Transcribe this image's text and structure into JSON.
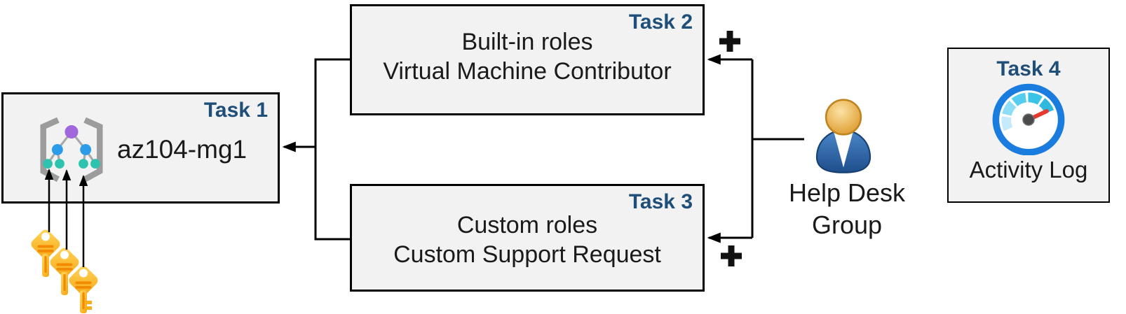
{
  "boxes": {
    "task1": {
      "badge": "Task 1",
      "title": "az104-mg1",
      "icon": "management-group-icon"
    },
    "task2": {
      "badge": "Task 2",
      "line1": "Built-in roles",
      "line2": "Virtual Machine Contributor"
    },
    "task3": {
      "badge": "Task 3",
      "line1": "Custom roles",
      "line2": "Custom Support Request"
    },
    "task4": {
      "badge": "Task 4",
      "caption": "Activity Log",
      "icon": "activity-log-gauge-icon"
    }
  },
  "actors": {
    "help_desk_group": {
      "line1": "Help Desk",
      "line2": "Group",
      "icon": "user-person-icon"
    },
    "access_keys": {
      "icon": "access-keys-icon",
      "count": 3
    }
  },
  "connectors": {
    "plus_top": "+",
    "plus_bottom": "+",
    "arrows": [
      "helpdesk-to-task2",
      "helpdesk-to-task3",
      "roles-to-task1-management-group",
      "key1-to-management-group",
      "key2-to-management-group",
      "key3-to-management-group"
    ]
  },
  "colors": {
    "badge_blue": "#1f4e79",
    "box_fill": "#f2f2f2",
    "box_border": "#000000",
    "connector_black": "#000000",
    "key_gold": "#f7a512",
    "key_detail_orange": "#f18a00",
    "gauge_ring_blue": "#1b7ce0",
    "gauge_needle_red": "#e8392f",
    "person_body_blue": "#2e6096",
    "person_head_gold": "#e2a136",
    "mg_root_purple": "#a168dd",
    "mg_node_blue": "#2d9ce8",
    "mg_leaf_teal": "#2ec3ae",
    "bracket_gray": "#9c9c9c"
  }
}
